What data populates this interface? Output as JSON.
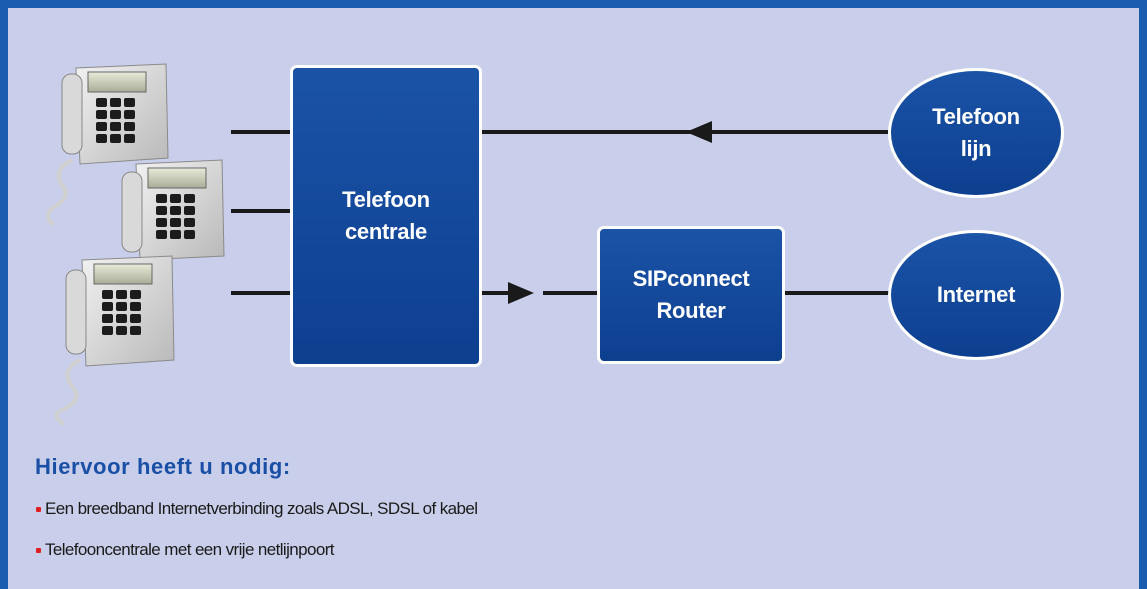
{
  "nodes": {
    "pbx": {
      "line1": "Telefoon",
      "line2": "centrale"
    },
    "router": {
      "line1": "SIPconnect",
      "line2": "Router"
    },
    "phone_line": {
      "line1": "Telefoon",
      "line2": "lijn"
    },
    "internet": {
      "label": "Internet"
    }
  },
  "requirements": {
    "heading": "Hiervoor heeft u nodig:",
    "items": [
      "Een breedband Internetverbinding zoals ADSL, SDSL of kabel",
      "Telefooncentrale met een vrije netlijnpoort"
    ]
  },
  "colors": {
    "background": "#c9cfea",
    "frame": "#1a5cb0",
    "node_fill": "#0d47a1",
    "heading": "#1a4fa6",
    "bullet": "#e02020"
  }
}
